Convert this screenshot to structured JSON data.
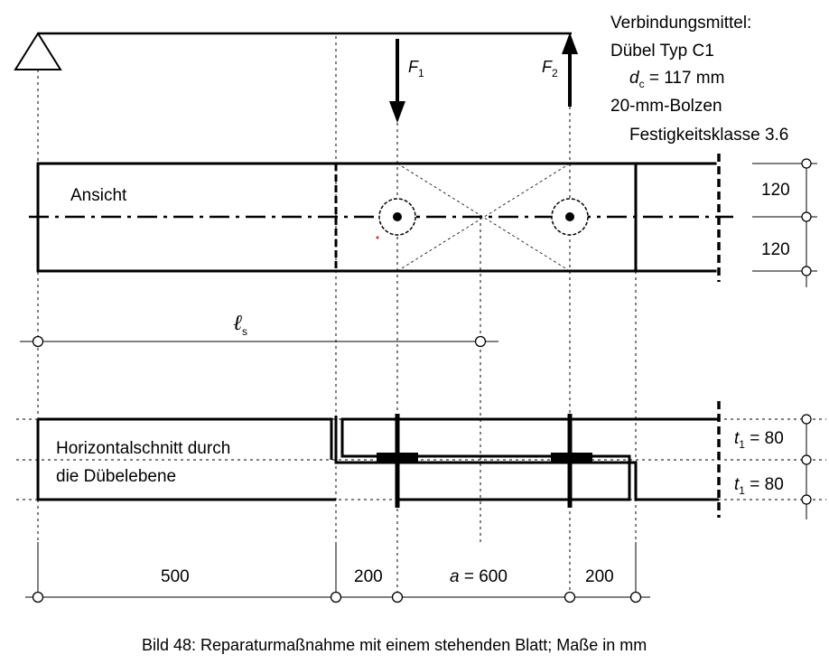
{
  "connector": {
    "title": "Verbindungsmittel:",
    "dowel_type": "Dübel Typ C1",
    "dowel_diameter_symbol": "d",
    "dowel_diameter_sub": "c",
    "dowel_diameter_value": " = 117 mm",
    "bolt": "20-mm-Bolzen",
    "strength_class": "Festigkeitsklasse 3.6"
  },
  "forces": {
    "f1": {
      "symbol": "F",
      "sub": "1"
    },
    "f2": {
      "symbol": "F",
      "sub": "2"
    }
  },
  "view": {
    "label": "Ansicht"
  },
  "section": {
    "line1": "Horizontalschnitt durch",
    "line2": "die Dübelebene"
  },
  "splice_length": {
    "symbol": "ℓ",
    "sub": "s"
  },
  "dims_right_view": [
    "120",
    "120"
  ],
  "dims_right_section": [
    {
      "symbol": "t",
      "sub": "1",
      "value": " = 80"
    },
    {
      "symbol": "t",
      "sub": "1",
      "value": " = 80"
    }
  ],
  "dims_bottom": [
    {
      "text": "500"
    },
    {
      "text": "200"
    },
    {
      "symbol": "a",
      "value": " = 600"
    },
    {
      "text": "200"
    }
  ],
  "caption": "Bild 48: Reparaturmaßnahme mit einem stehenden Blatt; Maße in mm"
}
